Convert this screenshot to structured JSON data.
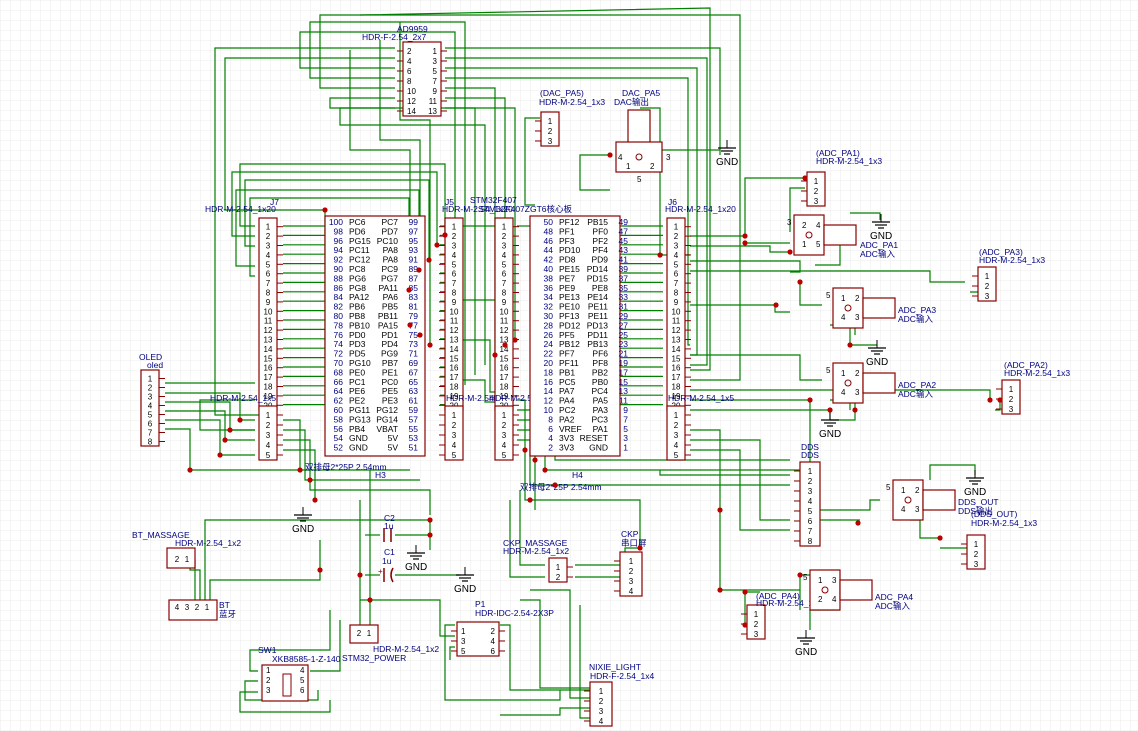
{
  "colors": {
    "background": "#ffffff",
    "grid": "#e6e6e6",
    "wire": "#008000",
    "body": "#880000",
    "body_fill": "#ffffff",
    "pin": "#880000",
    "label": "#000080",
    "pin_name": "#000000",
    "junction": "#bb0000"
  },
  "components": [
    {
      "id": "U_AD",
      "name": "AD9959",
      "value": "HDR-F-2.54_2x7",
      "pins": [
        "2",
        "4",
        "6",
        "8",
        "10",
        "12",
        "14",
        "1",
        "3",
        "5",
        "7",
        "9",
        "11",
        "13"
      ]
    },
    {
      "id": "U_DACH",
      "name": "(DAC_PA5)",
      "value": "HDR-M-2.54_1x3",
      "pins": [
        "1",
        "2",
        "3"
      ]
    },
    {
      "id": "U_DACS",
      "name": "DAC_PA5",
      "value": "DAC输出",
      "pins": [
        "4",
        "3",
        "1",
        "2",
        "5"
      ]
    },
    {
      "id": "U_ADC1H",
      "name": "(ADC_PA1)",
      "value": "HDR-M-2.54_1x3",
      "pins": [
        "1",
        "2",
        "3"
      ]
    },
    {
      "id": "U_ADC1S",
      "name": "ADC_PA1",
      "value": "ADC输入",
      "pins": [
        "3",
        "2",
        "1",
        "4",
        "5"
      ]
    },
    {
      "id": "U_ADC3H",
      "name": "(ADC_PA3)",
      "value": "HDR-M-2.54_1x3",
      "pins": [
        "1",
        "2",
        "3"
      ]
    },
    {
      "id": "U_ADC3S",
      "name": "ADC_PA3",
      "value": "ADC输入",
      "pins": [
        "5",
        "1",
        "4",
        "2",
        "3"
      ]
    },
    {
      "id": "U_ADC2H",
      "name": "(ADC_PA2)",
      "value": "HDR-M-2.54_1x3",
      "pins": [
        "1",
        "2",
        "3"
      ]
    },
    {
      "id": "U_ADC2S",
      "name": "ADC_PA2",
      "value": "ADC输入",
      "pins": [
        "5",
        "1",
        "4",
        "2",
        "3"
      ]
    },
    {
      "id": "U_J7",
      "name": "J7",
      "value": "HDR-M-2.54_1x20",
      "pins": [
        "1",
        "2",
        "3",
        "4",
        "5",
        "6",
        "7",
        "8",
        "9",
        "10",
        "11",
        "12",
        "13",
        "14",
        "15",
        "16",
        "17",
        "18",
        "19",
        "20"
      ]
    },
    {
      "id": "U_J7B",
      "name": "",
      "value": "HDR-M-2.54_1x5",
      "pins": [
        "1",
        "2",
        "3",
        "4",
        "5"
      ]
    },
    {
      "id": "U_J5",
      "name": "J5",
      "value": "HDR-M-2.54_1x20",
      "pins": [
        "1",
        "2",
        "3",
        "4",
        "5",
        "6",
        "7",
        "8",
        "9",
        "10",
        "11",
        "12",
        "13",
        "14",
        "15",
        "16",
        "17",
        "18",
        "19",
        "20"
      ]
    },
    {
      "id": "U_J5B",
      "name": "",
      "value": "HDR-M-2.54_1x5",
      "pins": [
        "1",
        "2",
        "3",
        "4",
        "5"
      ]
    },
    {
      "id": "U_STM",
      "name": "STM32F407",
      "value": "STM32F407ZGT6核心板",
      "pins": [
        "1",
        "2",
        "3",
        "4",
        "5",
        "6",
        "7",
        "8",
        "9",
        "10",
        "11",
        "12",
        "13",
        "14",
        "15",
        "16",
        "17",
        "18",
        "19",
        "20"
      ]
    },
    {
      "id": "U_STMB",
      "name": "",
      "value": "HDR-M-2.54_1x5",
      "pins": [
        "1",
        "2",
        "3",
        "4",
        "5"
      ]
    },
    {
      "id": "U_J6",
      "name": "J6",
      "value": "HDR-M-2.54_1x20",
      "pins": [
        "1",
        "2",
        "3",
        "4",
        "5",
        "6",
        "7",
        "8",
        "9",
        "10",
        "11",
        "12",
        "13",
        "14",
        "15",
        "16",
        "17",
        "18",
        "19",
        "20"
      ]
    },
    {
      "id": "U_J6B",
      "name": "",
      "value": "HDR-M-2.54_1x5",
      "pins": [
        "1",
        "2",
        "3",
        "4",
        "5"
      ]
    },
    {
      "id": "U_H3",
      "name": "H3",
      "value": "双排母2*25P 2.54mm",
      "pins": []
    },
    {
      "id": "U_H4",
      "name": "H4",
      "value": "双排母2*25P 2.54mm",
      "pins": []
    },
    {
      "id": "U_OLED",
      "name": "OLED",
      "value": "oled",
      "pins": [
        "1",
        "2",
        "3",
        "4",
        "5",
        "6",
        "7",
        "8"
      ]
    },
    {
      "id": "U_DDS",
      "name": "DDS",
      "value": "DDS",
      "pins": [
        "1",
        "2",
        "3",
        "4",
        "5",
        "6",
        "7",
        "8"
      ]
    },
    {
      "id": "U_DDSOS",
      "name": "DDS_OUT",
      "value": "DDS输出",
      "pins": [
        "5",
        "1",
        "4",
        "2",
        "3"
      ]
    },
    {
      "id": "U_DDSOH",
      "name": "(DDS_OUT)",
      "value": "HDR-M-2.54_1x3",
      "pins": [
        "1",
        "2",
        "3"
      ]
    },
    {
      "id": "U_ADC4H",
      "name": "(ADC_PA4)",
      "value": "HDR-M-2.54_1x3",
      "pins": [
        "1",
        "2",
        "3"
      ]
    },
    {
      "id": "U_ADC4S",
      "name": "ADC_PA4",
      "value": "ADC输入",
      "pins": [
        "5",
        "1",
        "2",
        "3",
        "4"
      ]
    },
    {
      "id": "U_BTM",
      "name": "BT_MASSAGE",
      "value": "HDR-M-2.54_1x2",
      "pins": [
        "2",
        "1"
      ]
    },
    {
      "id": "U_BT",
      "name": "BT",
      "value": "蓝牙",
      "pins": [
        "4",
        "3",
        "2",
        "1"
      ]
    },
    {
      "id": "U_C2",
      "name": "C2",
      "value": "1u",
      "pins": []
    },
    {
      "id": "U_C1",
      "name": "C1",
      "value": "1u",
      "pins": []
    },
    {
      "id": "U_CKPM",
      "name": "CKP_MASSAGE",
      "value": "HDR-M-2.54_1x2",
      "pins": [
        "1",
        "2"
      ]
    },
    {
      "id": "U_CKP",
      "name": "CKP",
      "value": "串口屏",
      "pins": [
        "1",
        "2",
        "3",
        "4"
      ]
    },
    {
      "id": "U_P1",
      "name": "P1",
      "value": "HDR-IDC-2.54-2X3P",
      "pins": [
        "1",
        "3",
        "5",
        "2",
        "4",
        "6"
      ]
    },
    {
      "id": "U_SW1",
      "name": "SW1",
      "value": "XKB8585-1-Z-140",
      "pins": [
        "1",
        "2",
        "3",
        "4",
        "5",
        "6"
      ]
    },
    {
      "id": "U_PWR",
      "name": "STM32_POWER",
      "value": "HDR-M-2.54_1x2",
      "pins": [
        "2",
        "1"
      ]
    },
    {
      "id": "U_NIXIE",
      "name": "NIXIE_LIGHT",
      "value": "HDR-F-2.54_1x4",
      "pins": [
        "1",
        "2",
        "3",
        "4"
      ]
    }
  ],
  "j7_pin_labels": [
    {
      "num": "100",
      "name": "PC6"
    },
    {
      "num": "98",
      "name": "PD6"
    },
    {
      "num": "96",
      "name": "PG15"
    },
    {
      "num": "94",
      "name": "PC11"
    },
    {
      "num": "92",
      "name": "PC12"
    },
    {
      "num": "90",
      "name": "PC8"
    },
    {
      "num": "88",
      "name": "PG6"
    },
    {
      "num": "86",
      "name": "PG8"
    },
    {
      "num": "84",
      "name": "PA12"
    },
    {
      "num": "82",
      "name": "PB6"
    },
    {
      "num": "80",
      "name": "PB8"
    },
    {
      "num": "78",
      "name": "PB10"
    },
    {
      "num": "76",
      "name": "PD0"
    },
    {
      "num": "74",
      "name": "PD3"
    },
    {
      "num": "72",
      "name": "PD5"
    },
    {
      "num": "70",
      "name": "PG10"
    },
    {
      "num": "68",
      "name": "PE0"
    },
    {
      "num": "66",
      "name": "PC1"
    },
    {
      "num": "64",
      "name": "PE6"
    },
    {
      "num": "62",
      "name": "PE2"
    },
    {
      "num": "60",
      "name": "PG11"
    },
    {
      "num": "58",
      "name": "PG13"
    },
    {
      "num": "56",
      "name": "PB4"
    },
    {
      "num": "54",
      "name": "GND"
    },
    {
      "num": "52",
      "name": "GND"
    }
  ],
  "j5_pin_labels": [
    {
      "num": "99",
      "name": "PC7"
    },
    {
      "num": "97",
      "name": "PD7"
    },
    {
      "num": "95",
      "name": "PC10"
    },
    {
      "num": "93",
      "name": "PA8"
    },
    {
      "num": "91",
      "name": "PA8"
    },
    {
      "num": "89",
      "name": "PC9"
    },
    {
      "num": "87",
      "name": "PG7"
    },
    {
      "num": "85",
      "name": "PA11"
    },
    {
      "num": "83",
      "name": "PA6"
    },
    {
      "num": "81",
      "name": "PB5"
    },
    {
      "num": "79",
      "name": "PB11"
    },
    {
      "num": "77",
      "name": "PA15"
    },
    {
      "num": "75",
      "name": "PD1"
    },
    {
      "num": "73",
      "name": "PD4"
    },
    {
      "num": "71",
      "name": "PG9"
    },
    {
      "num": "69",
      "name": "PB7"
    },
    {
      "num": "67",
      "name": "PE1"
    },
    {
      "num": "65",
      "name": "PC0"
    },
    {
      "num": "63",
      "name": "PE5"
    },
    {
      "num": "61",
      "name": "PE3"
    },
    {
      "num": "59",
      "name": "PG12"
    },
    {
      "num": "57",
      "name": "PG14"
    },
    {
      "num": "55",
      "name": "VBAT"
    },
    {
      "num": "53",
      "name": "5V"
    },
    {
      "num": "51",
      "name": "5V"
    }
  ],
  "stm_left_labels": [
    {
      "num": "50",
      "name": "PF12"
    },
    {
      "num": "48",
      "name": "PF1"
    },
    {
      "num": "46",
      "name": "PF3"
    },
    {
      "num": "44",
      "name": "PD10"
    },
    {
      "num": "42",
      "name": "PD8"
    },
    {
      "num": "40",
      "name": "PE15"
    },
    {
      "num": "38",
      "name": "PE7"
    },
    {
      "num": "36",
      "name": "PE9"
    },
    {
      "num": "34",
      "name": "PE13"
    },
    {
      "num": "32",
      "name": "PE10"
    },
    {
      "num": "30",
      "name": "PF13"
    },
    {
      "num": "28",
      "name": "PD12"
    },
    {
      "num": "26",
      "name": "PF5"
    },
    {
      "num": "24",
      "name": "PB12"
    },
    {
      "num": "22",
      "name": "PF7"
    },
    {
      "num": "20",
      "name": "PF11"
    },
    {
      "num": "18",
      "name": "PB1"
    },
    {
      "num": "16",
      "name": "PC5"
    },
    {
      "num": "14",
      "name": "PA7"
    },
    {
      "num": "12",
      "name": "PA4"
    },
    {
      "num": "10",
      "name": "PC2"
    },
    {
      "num": "8",
      "name": "PA2"
    },
    {
      "num": "6",
      "name": "VREF"
    },
    {
      "num": "4",
      "name": "3V3"
    },
    {
      "num": "2",
      "name": "3V3"
    }
  ],
  "stm_right_labels": [
    {
      "num": "49",
      "name": "PB15"
    },
    {
      "num": "47",
      "name": "PF0"
    },
    {
      "num": "45",
      "name": "PF2"
    },
    {
      "num": "43",
      "name": "PF4"
    },
    {
      "num": "41",
      "name": "PD9"
    },
    {
      "num": "39",
      "name": "PD14"
    },
    {
      "num": "37",
      "name": "PD15"
    },
    {
      "num": "35",
      "name": "PE8"
    },
    {
      "num": "33",
      "name": "PE14"
    },
    {
      "num": "31",
      "name": "PE11"
    },
    {
      "num": "29",
      "name": "PE11"
    },
    {
      "num": "27",
      "name": "PD13"
    },
    {
      "num": "25",
      "name": "PD11"
    },
    {
      "num": "23",
      "name": "PB13"
    },
    {
      "num": "21",
      "name": "PF6"
    },
    {
      "num": "19",
      "name": "PF8"
    },
    {
      "num": "17",
      "name": "PB2"
    },
    {
      "num": "15",
      "name": "PB0"
    },
    {
      "num": "13",
      "name": "PC4"
    },
    {
      "num": "11",
      "name": "PA5"
    },
    {
      "num": "9",
      "name": "PA3"
    },
    {
      "num": "7",
      "name": "PC3"
    },
    {
      "num": "5",
      "name": "PA1"
    },
    {
      "num": "3",
      "name": "RESET"
    },
    {
      "num": "1",
      "name": "GND"
    }
  ],
  "gnd_label": "GND",
  "cap_polarity": "+"
}
